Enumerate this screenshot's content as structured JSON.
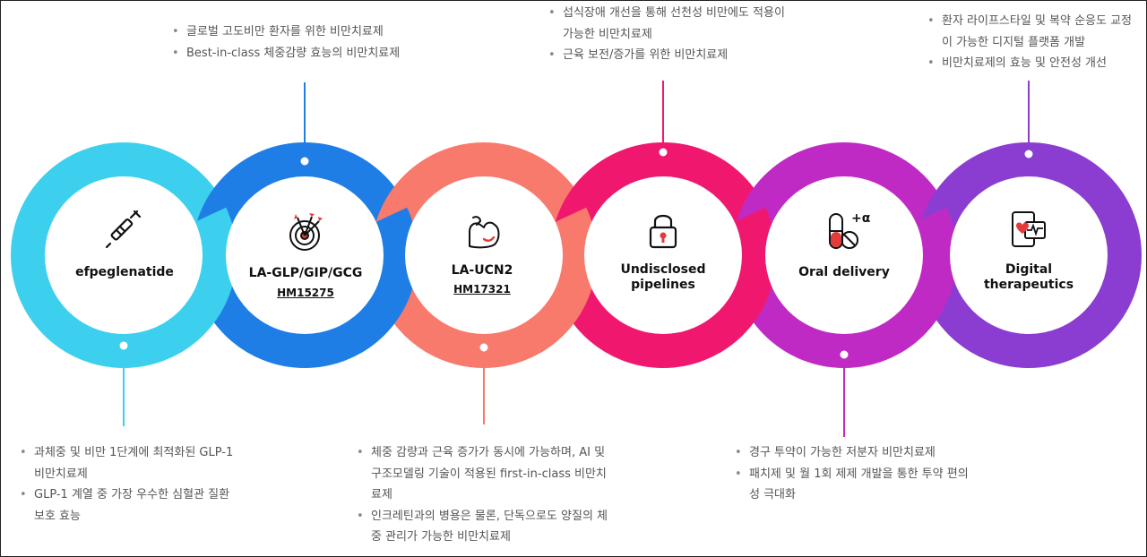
{
  "pipelines": [
    {
      "id": "efpeglenatide",
      "name": "efpeglenatide",
      "code": "",
      "icon": "pen-injector-icon",
      "color": "#3dd0ee",
      "notes": [
        "과체중 및 비만 1단계에 최적화된 GLP-1 비만치료제",
        "GLP-1 계열 중 가장 우수한 심혈관 질환 보호 효능"
      ]
    },
    {
      "id": "la-glp-gip-gcg",
      "name": "LA-GLP/GIP/GCG",
      "code": "HM15275",
      "icon": "target-arrows-icon",
      "color": "#1e7ee6",
      "notes": [
        "글로벌 고도비만 환자를 위한 비만치료제",
        "Best-in-class 체중감량 효능의 비만치료제"
      ]
    },
    {
      "id": "la-ucn2",
      "name": "LA-UCN2",
      "code": "HM17321",
      "icon": "flexed-arm-icon",
      "color": "#f87a6c",
      "notes": [
        "체중 감량과 근육 증가가 동시에 가능하며, AI 및 구조모델링 기술이 적용된 first-in-class 비만치료제",
        "인크레틴과의 병용은 물론, 단독으로도 양질의 체중 관리가 가능한 비만치료제"
      ]
    },
    {
      "id": "undisclosed",
      "name": "Undisclosed pipelines",
      "code": "",
      "icon": "padlock-icon",
      "color": "#f0186e",
      "notes": [
        "섭식장애 개선을 통해 선천성 비만에도 적용이 가능한 비만치료제",
        "근육 보전/증가를 위한 비만치료제"
      ]
    },
    {
      "id": "oral-delivery",
      "name": "Oral delivery",
      "code": "",
      "icon": "pill-capsule-icon",
      "color": "#c02ac4",
      "notes": [
        "경구 투약이 가능한 저분자 비만치료제",
        "패치제 및 월 1회 제제 개발을 통한 투약 편의성 극대화"
      ]
    },
    {
      "id": "digital-therapeutics",
      "name": "Digital therapeutics",
      "code": "",
      "icon": "smartphone-heartbeat-icon",
      "color": "#8a3dd0",
      "notes": [
        "환자 라이프스타일 및 복약 순응도 교정이 가능한 디지털 플랫폼 개발",
        "비만치료제의 효능 및 안전성 개선"
      ]
    }
  ],
  "icon_text": {
    "plus_alpha": "+α"
  }
}
